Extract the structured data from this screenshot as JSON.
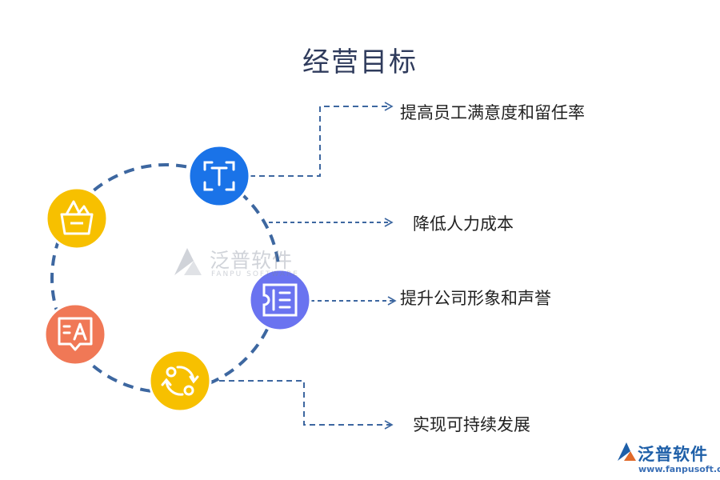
{
  "title": "经营目标",
  "goals": [
    {
      "label": "提高员工满意度和留任率",
      "icon": "text-frame-icon",
      "color": "#1a73e8"
    },
    {
      "label": "降低人力成本",
      "icon": "",
      "color": ""
    },
    {
      "label": "提升公司形象和声誉",
      "icon": "ticket-list-icon",
      "color": "#6a73f0"
    },
    {
      "label": "实现可持续发展",
      "icon": "cycle-arrows-icon",
      "color": "#f7c000"
    }
  ],
  "side_icons": [
    {
      "icon": "basket-icon",
      "color": "#f7c000"
    },
    {
      "icon": "translate-bubble-icon",
      "color": "#f07856"
    }
  ],
  "watermark": {
    "name": "泛普软件",
    "sub": "FANPU SOFTWARE"
  },
  "logo": {
    "name": "泛普软件",
    "url": "www.fanpusoft.com"
  },
  "colors": {
    "dash": "#3d67a0",
    "title": "#2f3b5c"
  }
}
